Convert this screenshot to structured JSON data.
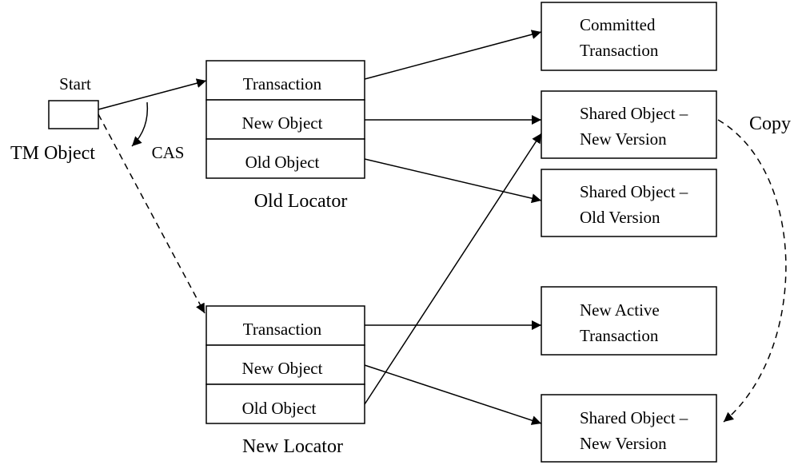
{
  "tm": {
    "start_label": "Start",
    "name": "TM Object",
    "cas_label": "CAS"
  },
  "old_locator": {
    "caption": "Old Locator",
    "fields": [
      "Transaction",
      "New Object",
      "Old Object"
    ]
  },
  "new_locator": {
    "caption": "New Locator",
    "fields": [
      "Transaction",
      "New Object",
      "Old Object"
    ]
  },
  "targets": {
    "committed": [
      "Committed",
      "Transaction"
    ],
    "shared_new_top": [
      "Shared Object –",
      "New Version"
    ],
    "shared_old": [
      "Shared Object –",
      "Old Version"
    ],
    "new_active": [
      "New Active",
      "Transaction"
    ],
    "shared_new_bottom": [
      "Shared Object –",
      "New Version"
    ]
  },
  "copy_label": "Copy"
}
